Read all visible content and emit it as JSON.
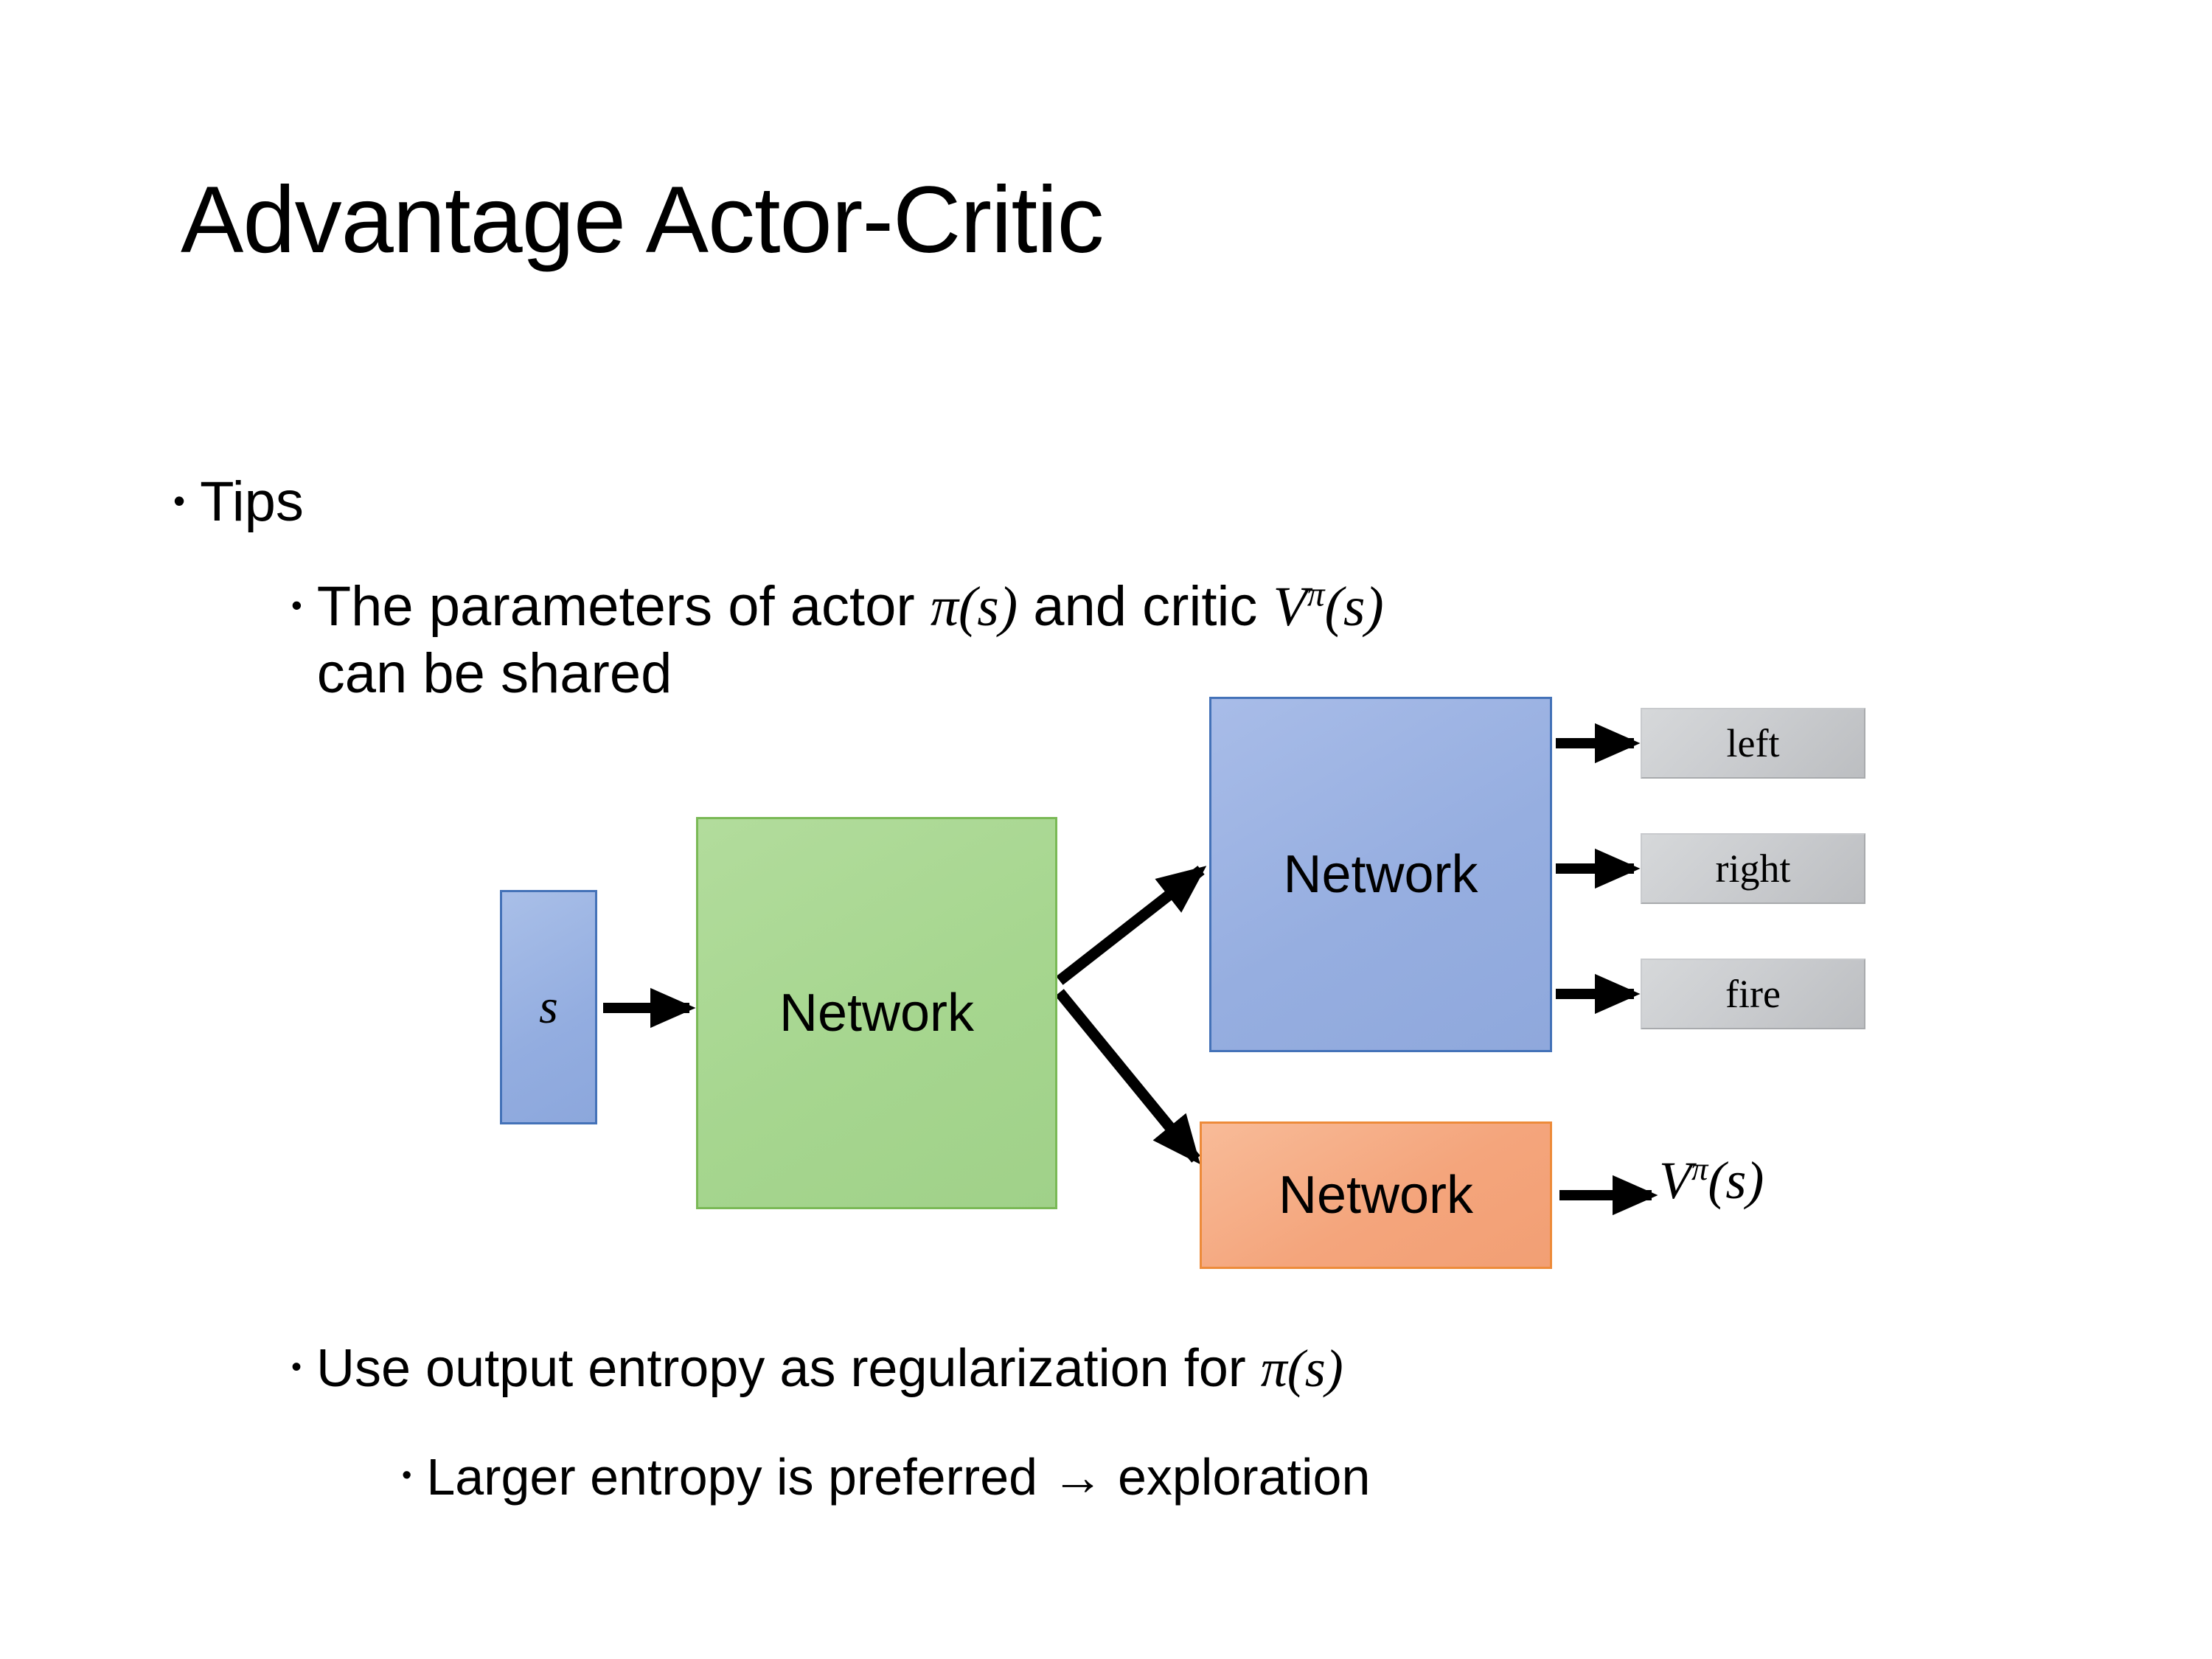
{
  "slide": {
    "title": "Advantage Actor-Critic",
    "background_color": "#ffffff"
  },
  "bullets": {
    "tips": {
      "marker": "•",
      "text": "Tips"
    },
    "shared_params": {
      "marker": "•",
      "line1_prefix": "The parameters of actor ",
      "math_pi": "π(s)",
      "line1_mid": "  and critic ",
      "math_v_base": "V",
      "math_v_sup": "π",
      "math_v_arg": "(s)",
      "line2": "can be shared"
    },
    "entropy": {
      "marker": "•",
      "text_prefix": "Use output entropy as regularization for ",
      "math_pi": "π(s)"
    },
    "exploration": {
      "marker": "•",
      "text": "Larger entropy is preferred → exploration"
    }
  },
  "diagram": {
    "input_node": {
      "label": "s",
      "fill": "#95aede",
      "border": "#4472b8"
    },
    "shared_network": {
      "label": "Network",
      "fill": "#a9d18e",
      "border": "#7ab956"
    },
    "actor_network": {
      "label": "Network",
      "fill": "#95aede",
      "border": "#4472b8"
    },
    "critic_network": {
      "label": "Network",
      "fill": "#f4a57c",
      "border": "#ed8b3a"
    },
    "actions": [
      {
        "label": "left",
        "fill": "#c9cbce",
        "border": "#c8cacd"
      },
      {
        "label": "right",
        "fill": "#c9cbce",
        "border": "#c8cacd"
      },
      {
        "label": "fire",
        "fill": "#c9cbce",
        "border": "#c8cacd"
      }
    ],
    "critic_output": {
      "base": "V",
      "superscript": "π",
      "argument": "(s)"
    },
    "arrow_color": "#000000"
  }
}
